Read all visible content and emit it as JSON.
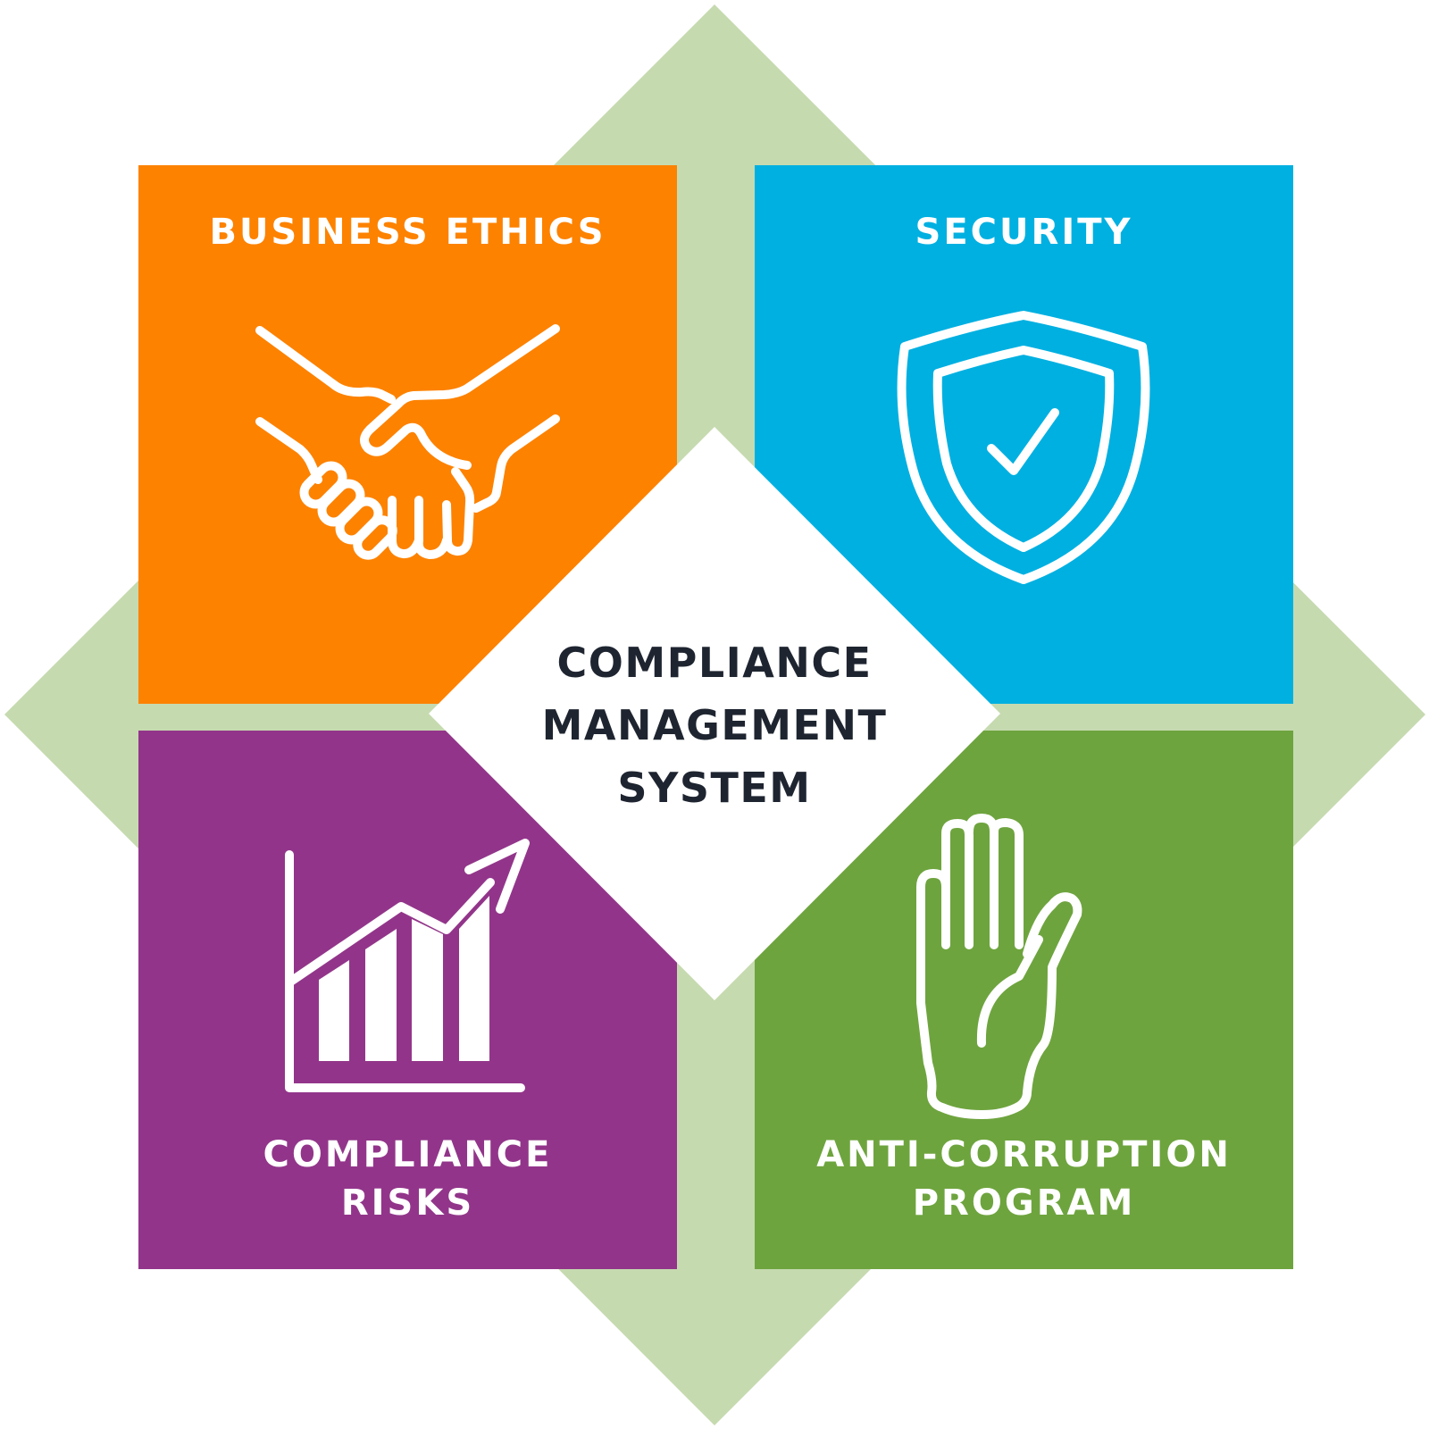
{
  "colors": {
    "backdrop_diamond": "#c6dab0",
    "business_ethics": "#fd8200",
    "security": "#00b0e1",
    "compliance_risks": "#92358a",
    "anti_corruption": "#6ea43e",
    "center": "#ffffff",
    "center_text": "#1e2530",
    "icon_stroke": "#ffffff"
  },
  "center": {
    "title": "COMPLIANCE\nMANAGEMENT\nSYSTEM"
  },
  "quadrants": {
    "business_ethics": {
      "title": "BUSINESS ETHICS",
      "icon": "handshake-icon"
    },
    "security": {
      "title": "SECURITY",
      "icon": "shield-check-icon"
    },
    "compliance_risks": {
      "title": "COMPLIANCE\nRISKS",
      "icon": "growth-chart-icon"
    },
    "anti_corruption": {
      "title": "ANTI-CORRUPTION\nPROGRAM",
      "icon": "raised-hand-icon"
    }
  }
}
